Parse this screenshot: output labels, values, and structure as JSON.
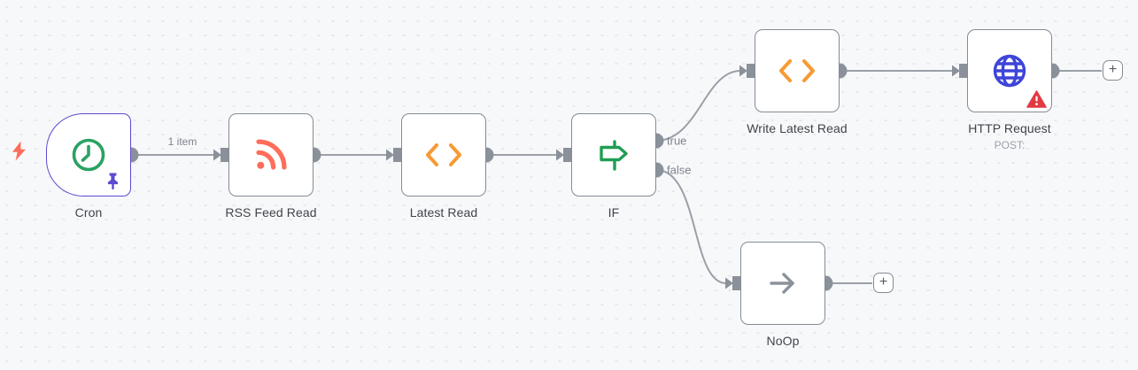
{
  "app": "n8n-workflow-canvas",
  "nodes": [
    {
      "label": "Cron",
      "icon": "clock-icon",
      "kind": "trigger",
      "pinned": true
    },
    {
      "label": "RSS Feed Read",
      "icon": "rss-icon",
      "kind": "regular"
    },
    {
      "label": "Latest Read",
      "icon": "code-icon",
      "kind": "regular"
    },
    {
      "label": "IF",
      "icon": "signpost-icon",
      "kind": "regular",
      "outputs": [
        "true",
        "false"
      ]
    },
    {
      "label": "Write Latest Read",
      "icon": "code-icon",
      "kind": "regular"
    },
    {
      "label": "HTTP Request",
      "icon": "globe-icon",
      "kind": "regular",
      "subtitle": "POST:",
      "has_error": true
    },
    {
      "label": "NoOp",
      "icon": "arrow-right-icon",
      "kind": "regular"
    }
  ],
  "connections": {
    "cron_to_rss_label": "1 item",
    "if_true_label": "true",
    "if_false_label": "false"
  },
  "buttons": {
    "add_node_label": "+"
  },
  "colors": {
    "canvas_bg": "#f7f8fa",
    "grid_dot": "#d4d8de",
    "node_border": "#858b94",
    "trigger_border": "#5b4bd1",
    "connection": "#9aa0a8",
    "endpoint": "#8b919a",
    "clock_green": "#2aa263",
    "rss_coral": "#ff6d5a",
    "code_orange": "#f79a33",
    "if_green": "#1f9e54",
    "globe_indigo": "#3e45d8",
    "warning_red": "#e23a44",
    "pin_purple": "#5b4bd1",
    "bolt_coral": "#ff6d5a",
    "label_text": "#3f444b",
    "sublabel_text": "#9ba1aa"
  }
}
